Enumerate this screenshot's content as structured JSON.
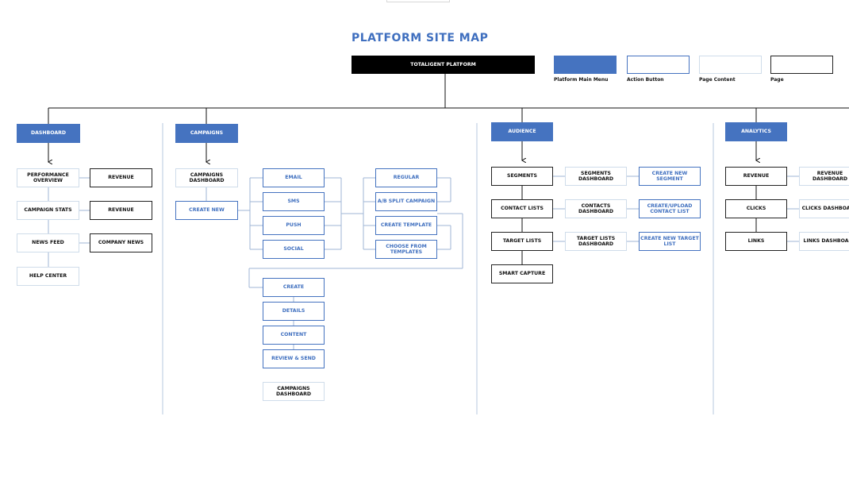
{
  "title": "PLATFORM SITE MAP",
  "root": "TOTALIGENT PLATFORM",
  "legend": {
    "main_menu": "Platform Main Menu",
    "action_button": "Action Button",
    "page_content": "Page Content",
    "page": "Page"
  },
  "colors": {
    "menu": "#4573c0",
    "action_border": "#4573c0",
    "content_border": "#cfdcea",
    "page_border": "#222222",
    "title": "#3f6fbf"
  },
  "dashboard": {
    "label": "DASHBOARD",
    "performance_overview": "PERFORMANCE OVERVIEW",
    "revenue_1": "REVENUE",
    "campaign_stats": "CAMPAIGN STATS",
    "revenue_2": "REVENUE",
    "news_feed": "NEWS FEED",
    "company_news": "COMPANY NEWS",
    "help_center": "HELP CENTER"
  },
  "campaigns": {
    "label": "CAMPAIGNS",
    "campaigns_dashboard": "CAMPAIGNS DASHBOARD",
    "create_new": "CREATE NEW",
    "email": "EMAIL",
    "sms": "SMS",
    "push": "PUSH",
    "social": "SOCIAL",
    "regular": "REGULAR",
    "ab_split": "A/B SPLIT CAMPAIGN",
    "create_template": "CREATE TEMPLATE",
    "choose_templates": "CHOOSE FROM TEMPLATES",
    "create": "CREATE",
    "details": "DETAILS",
    "content": "CONTENT",
    "review_send": "REVIEW & SEND",
    "campaigns_dashboard_end": "CAMPAIGNS DASHBOARD"
  },
  "audience": {
    "label": "AUDIENCE",
    "segments": "SEGMENTS",
    "segments_dashboard": "SEGMENTS DASHBOARD",
    "create_new_segment": "CREATE NEW SEGMENT",
    "contact_lists": "CONTACT LISTS",
    "contacts_dashboard": "CONTACTS DASHBOARD",
    "create_upload_contact_list": "CREATE/UPLOAD CONTACT LIST",
    "target_lists": "TARGET LISTS",
    "target_lists_dashboard": "TARGET LISTS DASHBOARD",
    "create_new_target_list": "CREATE NEW TARGET LIST",
    "smart_capture": "SMART CAPTURE"
  },
  "analytics": {
    "label": "ANALYTICS",
    "revenue": "REVENUE",
    "revenue_dashboard": "REVENUE DASHBOARD",
    "clicks": "CLICKS",
    "clicks_dashboard": "CLICKS DASHBOARD",
    "links": "LINKS",
    "links_dashboard": "LINKS DASHBOARD"
  }
}
